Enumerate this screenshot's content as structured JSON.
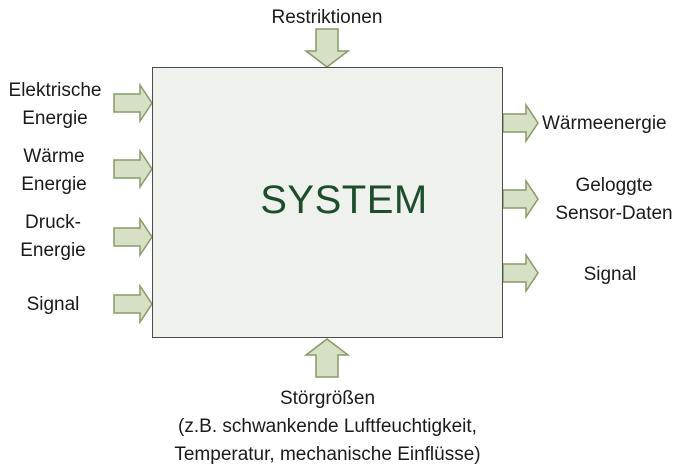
{
  "system": {
    "title": "SYSTEM"
  },
  "top": {
    "label": "Restriktionen"
  },
  "inputs": [
    {
      "lines": [
        "Elektrische",
        "Energie"
      ]
    },
    {
      "lines": [
        "Wärme",
        "Energie"
      ]
    },
    {
      "lines": [
        "Druck-",
        "Energie"
      ]
    },
    {
      "lines": [
        "Signal"
      ]
    }
  ],
  "outputs": [
    {
      "lines": [
        "Wärmeenergie"
      ]
    },
    {
      "lines": [
        "Geloggte",
        "Sensor-Daten"
      ]
    },
    {
      "lines": [
        "Signal"
      ]
    }
  ],
  "bottom": {
    "lines": [
      "Störgrößen",
      "(z.B. schwankende Luftfeuchtigkeit,",
      "Temperatur, mechanische Einflüsse)"
    ]
  },
  "colors": {
    "arrow_fill": "#d6e0c4",
    "arrow_stroke": "#8a9a66",
    "title": "#1e4d2b",
    "box_fill": "#eef1ec"
  }
}
